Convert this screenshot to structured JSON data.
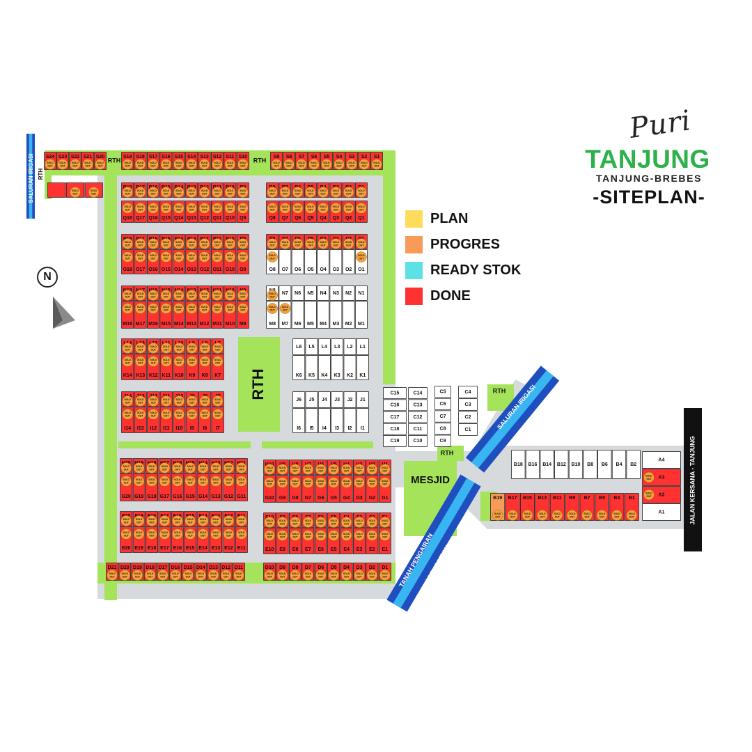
{
  "brand": {
    "script": "Puri",
    "name": "TANJUNG",
    "location": "TANJUNG-BREBES",
    "title": "-SITEPLAN-"
  },
  "colors": {
    "plan": "#fddc5c",
    "progres": "#f99b58",
    "ready": "#5ce1e6",
    "done": "#ff3131",
    "green": "#a4e35a",
    "road": "#d6dadd",
    "water": "#1f4fbf",
    "water_inner": "#39b6f2"
  },
  "legend": [
    {
      "label": "PLAN",
      "color": "#fddc5c"
    },
    {
      "label": "PROGRES",
      "color": "#f99b58"
    },
    {
      "label": "READY STOK",
      "color": "#5ce1e6"
    },
    {
      "label": "DONE",
      "color": "#ff3131"
    }
  ],
  "compass": {
    "label": "N"
  },
  "labels": {
    "saluran_west": "SALURAN IRIGASI",
    "saluran_east": "SALURAN IRIGASI",
    "tanah_pengairan": "TANAH PENGAIRAN",
    "jalan": "JALAN KERSANA - TANJUNG",
    "mesjid": "MESJID",
    "rth": "RTH",
    "sold": "SOLD",
    "out": "OUT"
  },
  "blocks": [
    {
      "id": "S-west",
      "units": [
        "S24",
        "S23",
        "S22",
        "S21",
        "S20"
      ],
      "status": "done",
      "sold": [
        1,
        1,
        1,
        1,
        1
      ]
    },
    {
      "id": "S-mid",
      "units": [
        "S19",
        "S18",
        "S17",
        "S16",
        "S15",
        "S14",
        "S13",
        "S12",
        "S11",
        "S10"
      ],
      "status": "done",
      "sold": [
        1,
        1,
        1,
        1,
        1,
        1,
        1,
        1,
        1,
        1
      ]
    },
    {
      "id": "S-east",
      "units": [
        "S9",
        "S8",
        "S7",
        "S6",
        "S5",
        "S4",
        "S3",
        "S2",
        "S1"
      ],
      "status": "done",
      "sold": [
        1,
        1,
        1,
        1,
        1,
        1,
        1,
        1,
        1
      ]
    },
    {
      "id": "W-strip",
      "units": [
        "",
        "",
        ""
      ],
      "status": "done",
      "sold": [
        0,
        1,
        1
      ]
    },
    {
      "id": "R",
      "units": [
        "R18",
        "R17",
        "R16",
        "R15",
        "R14",
        "R13",
        "R12",
        "R11",
        "R10",
        "R9"
      ],
      "status": "done",
      "sold": [
        1,
        1,
        1,
        1,
        1,
        1,
        1,
        1,
        1,
        1
      ]
    },
    {
      "id": "Q",
      "units": [
        "Q18",
        "Q17",
        "Q16",
        "Q15",
        "Q14",
        "Q13",
        "Q12",
        "Q11",
        "Q10",
        "Q9"
      ],
      "status": "done",
      "sold": [
        1,
        1,
        1,
        1,
        1,
        1,
        1,
        1,
        1,
        1
      ]
    },
    {
      "id": "R-e",
      "units": [
        "R8",
        "R7",
        "R6",
        "R5",
        "R4",
        "R3",
        "R2",
        "R1"
      ],
      "status": "done",
      "sold": [
        1,
        1,
        1,
        1,
        1,
        1,
        1,
        1
      ]
    },
    {
      "id": "Q-e",
      "units": [
        "Q8",
        "Q7",
        "Q6",
        "Q5",
        "Q4",
        "Q3",
        "Q2",
        "Q1"
      ],
      "status": "done",
      "sold": [
        1,
        1,
        1,
        1,
        1,
        1,
        1,
        1
      ]
    },
    {
      "id": "P",
      "units": [
        "P18",
        "P17",
        "P16",
        "P15",
        "P14",
        "P13",
        "P12",
        "P11",
        "P10",
        "P9"
      ],
      "status": "done",
      "sold": [
        1,
        1,
        1,
        1,
        1,
        1,
        1,
        1,
        1,
        1
      ]
    },
    {
      "id": "O",
      "units": [
        "O18",
        "O17",
        "O16",
        "O15",
        "O14",
        "O13",
        "O12",
        "O11",
        "O10",
        "O9"
      ],
      "status": "done",
      "sold": [
        1,
        1,
        1,
        1,
        1,
        1,
        1,
        1,
        1,
        1
      ]
    },
    {
      "id": "P-e",
      "units": [
        "P8",
        "P7",
        "P6",
        "P5",
        "P4",
        "P3",
        "P2",
        "P1"
      ],
      "status": "done",
      "sold": [
        1,
        1,
        1,
        1,
        1,
        1,
        1,
        1
      ]
    },
    {
      "id": "O-e",
      "units": [
        "O8",
        "O7",
        "O6",
        "O5",
        "O4",
        "O3",
        "O2",
        "O1"
      ],
      "status": "empty",
      "sold": [
        1,
        0,
        0,
        0,
        0,
        0,
        0,
        1
      ]
    },
    {
      "id": "N",
      "units": [
        "N18",
        "N17",
        "N16",
        "N15",
        "N14",
        "N13",
        "N12",
        "N11",
        "N10",
        "N9"
      ],
      "status": "done",
      "sold": [
        1,
        1,
        1,
        1,
        1,
        1,
        1,
        1,
        1,
        1
      ]
    },
    {
      "id": "M",
      "units": [
        "M18",
        "M17",
        "M16",
        "M15",
        "M14",
        "M13",
        "M12",
        "M11",
        "M10",
        "M9"
      ],
      "status": "done",
      "sold": [
        1,
        1,
        1,
        1,
        1,
        1,
        1,
        1,
        1,
        1
      ]
    },
    {
      "id": "N-e",
      "units": [
        "N8",
        "N7",
        "N6",
        "N5",
        "N4",
        "N3",
        "N2",
        "N1"
      ],
      "status": "empty",
      "sold": [
        1,
        0,
        0,
        0,
        0,
        0,
        0,
        0
      ]
    },
    {
      "id": "M-e",
      "units": [
        "M8",
        "M7",
        "M6",
        "M5",
        "M4",
        "M3",
        "M2",
        "M1"
      ],
      "status": "empty",
      "sold": [
        1,
        1,
        0,
        0,
        0,
        0,
        0,
        0
      ]
    },
    {
      "id": "L",
      "units": [
        "L14",
        "L13",
        "L12",
        "L11",
        "L10",
        "L9",
        "L8",
        "L7"
      ],
      "status": "done",
      "sold": [
        1,
        1,
        1,
        1,
        1,
        1,
        1,
        1
      ]
    },
    {
      "id": "K",
      "units": [
        "K14",
        "K13",
        "K12",
        "K11",
        "K10",
        "K9",
        "K8",
        "K7"
      ],
      "status": "done",
      "sold": [
        1,
        1,
        1,
        1,
        1,
        1,
        1,
        1
      ]
    },
    {
      "id": "L-e",
      "units": [
        "L6",
        "L5",
        "L4",
        "L3",
        "L2",
        "L1"
      ],
      "status": "empty",
      "sold": [
        0,
        0,
        0,
        0,
        0,
        0
      ]
    },
    {
      "id": "K-e",
      "units": [
        "K6",
        "K5",
        "K4",
        "K3",
        "K2",
        "K1"
      ],
      "status": "empty",
      "sold": [
        0,
        0,
        0,
        0,
        0,
        0
      ]
    },
    {
      "id": "J",
      "units": [
        "J14",
        "J13",
        "J12",
        "J11",
        "J10",
        "J9",
        "J8",
        "J7"
      ],
      "status": "done",
      "sold": [
        1,
        1,
        1,
        1,
        1,
        1,
        1,
        1
      ]
    },
    {
      "id": "I",
      "units": [
        "I14",
        "I13",
        "I12",
        "I11",
        "I10",
        "I9",
        "I8",
        "I7"
      ],
      "status": "done",
      "sold": [
        1,
        1,
        1,
        1,
        1,
        1,
        1,
        1
      ]
    },
    {
      "id": "J-e",
      "units": [
        "J6",
        "J5",
        "J4",
        "J3",
        "J2",
        "J1"
      ],
      "status": "empty",
      "sold": [
        0,
        0,
        0,
        0,
        0,
        0
      ]
    },
    {
      "id": "I-e",
      "units": [
        "I6",
        "I5",
        "I4",
        "I3",
        "I2",
        "I1"
      ],
      "status": "empty",
      "sold": [
        0,
        0,
        0,
        0,
        0,
        0
      ]
    },
    {
      "id": "C-w",
      "units": [
        "C15",
        "C16",
        "C17",
        "C18",
        "C19"
      ],
      "status": "empty",
      "sold": [
        0,
        0,
        0,
        0,
        0
      ]
    },
    {
      "id": "C-m",
      "units": [
        "C14",
        "C13",
        "C12",
        "C11",
        "C10"
      ],
      "status": "empty",
      "sold": [
        0,
        0,
        0,
        0,
        0
      ]
    },
    {
      "id": "C-e1",
      "units": [
        "C5",
        "C6",
        "C7",
        "C8",
        "C9"
      ],
      "status": "empty",
      "sold": [
        0,
        0,
        0,
        0,
        0
      ]
    },
    {
      "id": "C-e2",
      "units": [
        "C4",
        "C3",
        "C2",
        "C1"
      ],
      "status": "empty",
      "sold": [
        0,
        0,
        0,
        0
      ]
    },
    {
      "id": "H",
      "units": [
        "H20",
        "H19",
        "H18",
        "H17",
        "H16",
        "H15",
        "H14",
        "H13",
        "H12",
        "H11"
      ],
      "status": "done",
      "sold": [
        1,
        1,
        1,
        1,
        1,
        1,
        1,
        1,
        1,
        1
      ]
    },
    {
      "id": "G",
      "units": [
        "G20",
        "G19",
        "G18",
        "G17",
        "G16",
        "G15",
        "G14",
        "G13",
        "G12",
        "G11"
      ],
      "status": "done",
      "sold": [
        1,
        1,
        1,
        1,
        1,
        1,
        1,
        1,
        1,
        1
      ]
    },
    {
      "id": "H-e",
      "units": [
        "H10",
        "H9",
        "H8",
        "H7",
        "H6",
        "H5",
        "H4",
        "H3",
        "H2",
        "H1"
      ],
      "status": "done",
      "sold": [
        1,
        1,
        1,
        1,
        1,
        1,
        1,
        1,
        1,
        1
      ]
    },
    {
      "id": "G-e",
      "units": [
        "G10",
        "G9",
        "G8",
        "G7",
        "G6",
        "G5",
        "G4",
        "G3",
        "G2",
        "G1"
      ],
      "status": "done",
      "sold": [
        1,
        1,
        1,
        1,
        1,
        1,
        1,
        1,
        1,
        1
      ]
    },
    {
      "id": "F",
      "units": [
        "F20",
        "F19",
        "F18",
        "F17",
        "F16",
        "F15",
        "F14",
        "F13",
        "F12",
        "F11"
      ],
      "status": "done",
      "sold": [
        1,
        1,
        1,
        1,
        1,
        1,
        1,
        1,
        1,
        1
      ]
    },
    {
      "id": "E",
      "units": [
        "E20",
        "E19",
        "E18",
        "E17",
        "E16",
        "E15",
        "E14",
        "E13",
        "E12",
        "E11"
      ],
      "status": "done",
      "sold": [
        1,
        1,
        1,
        1,
        1,
        1,
        1,
        1,
        1,
        1
      ]
    },
    {
      "id": "F-e",
      "units": [
        "F10",
        "F9",
        "F8",
        "F7",
        "F6",
        "F5",
        "F4",
        "F3",
        "F2",
        "F1"
      ],
      "status": "done",
      "sold": [
        1,
        1,
        1,
        1,
        1,
        1,
        1,
        1,
        1,
        1
      ]
    },
    {
      "id": "E-e",
      "units": [
        "E10",
        "E9",
        "E8",
        "E7",
        "E6",
        "E5",
        "E4",
        "E3",
        "E2",
        "E1"
      ],
      "status": "done",
      "sold": [
        1,
        1,
        1,
        1,
        1,
        1,
        1,
        1,
        1,
        1
      ]
    },
    {
      "id": "D",
      "units": [
        "D21",
        "D20",
        "D19",
        "D18",
        "D17",
        "D16",
        "D15",
        "D14",
        "D13",
        "D12",
        "D11"
      ],
      "status": "done",
      "sold": [
        1,
        1,
        1,
        1,
        1,
        1,
        1,
        1,
        1,
        1,
        1
      ]
    },
    {
      "id": "D-e",
      "units": [
        "D10",
        "D9",
        "D8",
        "D7",
        "D6",
        "D5",
        "D4",
        "D3",
        "D2",
        "D1"
      ],
      "status": "done",
      "sold": [
        1,
        1,
        1,
        1,
        1,
        1,
        1,
        1,
        1,
        1
      ]
    },
    {
      "id": "B-top",
      "units": [
        "B18",
        "B16",
        "B14",
        "B12",
        "B10",
        "B8",
        "B6",
        "B4",
        "B2"
      ],
      "status": "empty",
      "sold": [
        0,
        0,
        0,
        0,
        0,
        0,
        0,
        0,
        0
      ]
    },
    {
      "id": "B-bot",
      "units": [
        "B19",
        "B17",
        "B15",
        "B13",
        "B11",
        "B9",
        "B7",
        "B5",
        "B3",
        "B1"
      ],
      "status": "done",
      "sold": [
        1,
        1,
        1,
        1,
        1,
        1,
        1,
        1,
        1,
        1
      ]
    },
    {
      "id": "A",
      "units": [
        "A4",
        "A3",
        "A2",
        "A1"
      ],
      "status": "mixed",
      "sold": [
        0,
        1,
        1,
        0
      ]
    }
  ]
}
